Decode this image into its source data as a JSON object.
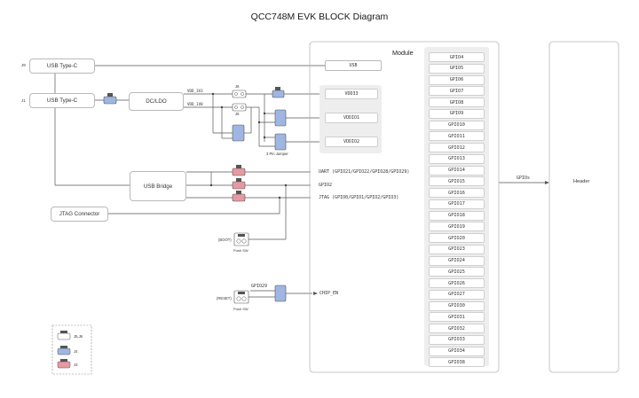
{
  "title": "QCC748M EVK BLOCK Diagram",
  "module": {
    "label": "Module",
    "usb_label": "USB",
    "vdd33": "VDD33",
    "vddio1": "VDDIO1",
    "vddio2": "VDDIO2",
    "gpios": [
      "GPIO4",
      "GPIO5",
      "GPIO6",
      "GPIO7",
      "GPIO8",
      "GPIO9",
      "GPIO10",
      "GPIO11",
      "GPIO12",
      "GPIO13",
      "GPIO14",
      "GPIO15",
      "GPIO16",
      "GPIO17",
      "GPIO18",
      "GPIO19",
      "GPIO20",
      "GPIO23",
      "GPIO24",
      "GPIO25",
      "GPIO26",
      "GPIO27",
      "GPIO30",
      "GPIO31",
      "GPIO32",
      "GPIO33",
      "GPIO34",
      "GPIO38"
    ]
  },
  "left": {
    "usb1": "USB Type-C",
    "usb2": "USB Type-C",
    "j9": "J9",
    "j1": "J1",
    "dcldo": "DC/LDO",
    "usb_bridge": "USB Bridge",
    "jtag_connector": "JTAG Connector"
  },
  "rails": {
    "vdd_3v3": "VDD_3V3",
    "vdd_1v8": "VDD_1V8",
    "j6": "J6",
    "j5": "J5",
    "jumper_note": "3 Pin Jumper"
  },
  "signals": {
    "uart": "UART (GPIO21/GPIO22/GPIO28/GPIO29)",
    "gpio2": "GPIO2",
    "jtag": "JTAG (GPIO0/GPIO1/GPIO2/GPIO3)",
    "gpio29": "GPIO29",
    "chip_en": "CHIP_EN",
    "gpios_out": "GPIOs"
  },
  "buttons": {
    "boot": "(BOOT)",
    "reset": "(RESET)",
    "push_sw_1": "Push SW",
    "push_sw_2": "Push SW"
  },
  "header": "Header",
  "legend": {
    "j5j6": "J5,J6",
    "j4": "J4",
    "j3": "J3"
  },
  "colors": {
    "blue_jumper": "#9fb6e3",
    "red_jumper": "#e59aa3",
    "line": "#555555"
  }
}
